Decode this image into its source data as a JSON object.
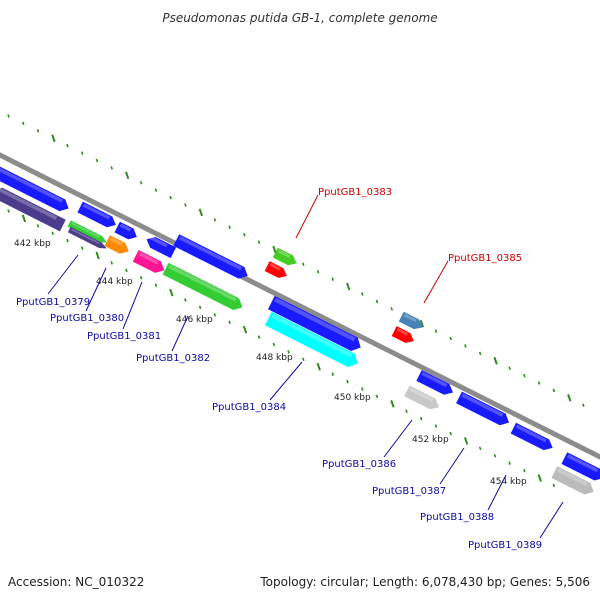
{
  "title": "Pseudomonas putida GB-1, complete genome",
  "footer": {
    "accession": "Accession: NC_010322",
    "summary": "Topology: circular; Length: 6,078,430 bp; Genes: 5,506"
  },
  "colors": {
    "backbone": "#8c8c8c",
    "tick": "#2e8b1e",
    "label_default": "#0a0aa0",
    "label_highlight": "#cc0000",
    "leader_default": "#0a0aa0",
    "leader_highlight": "#cc0000"
  },
  "ticks": [
    {
      "label": "442 kbp"
    },
    {
      "label": "444 kbp"
    },
    {
      "label": "446 kbp"
    },
    {
      "label": "448 kbp"
    },
    {
      "label": "450 kbp"
    },
    {
      "label": "452 kbp"
    },
    {
      "label": "454 kbp"
    }
  ],
  "genes": [
    {
      "label": "PputGB1_0379",
      "color": "#4b3d8c",
      "highlight": false
    },
    {
      "label": "PputGB1_0380",
      "color": "#ff8c00",
      "highlight": false
    },
    {
      "label": "PputGB1_0381",
      "color": "#ff1493",
      "highlight": false
    },
    {
      "label": "PputGB1_0382",
      "color": "#33cc33",
      "highlight": false
    },
    {
      "label": "PputGB1_0383",
      "color": "#44cc22",
      "highlight": true
    },
    {
      "label": "PputGB1_0384",
      "color": "#00ffff",
      "highlight": false
    },
    {
      "label": "PputGB1_0385",
      "color": "#4682b4",
      "highlight": true
    },
    {
      "label": "PputGB1_0386",
      "color": "#c8c8c8",
      "highlight": false
    },
    {
      "label": "PputGB1_0387",
      "color": "#1a1aff",
      "highlight": false
    },
    {
      "label": "PputGB1_0388",
      "color": "#bbbbbb",
      "highlight": false
    },
    {
      "label": "PputGB1_0389",
      "color": "#1a1aff",
      "highlight": false
    }
  ],
  "features": {
    "cds_forward": "#1a1aff",
    "rna_red": "#ff0000"
  }
}
